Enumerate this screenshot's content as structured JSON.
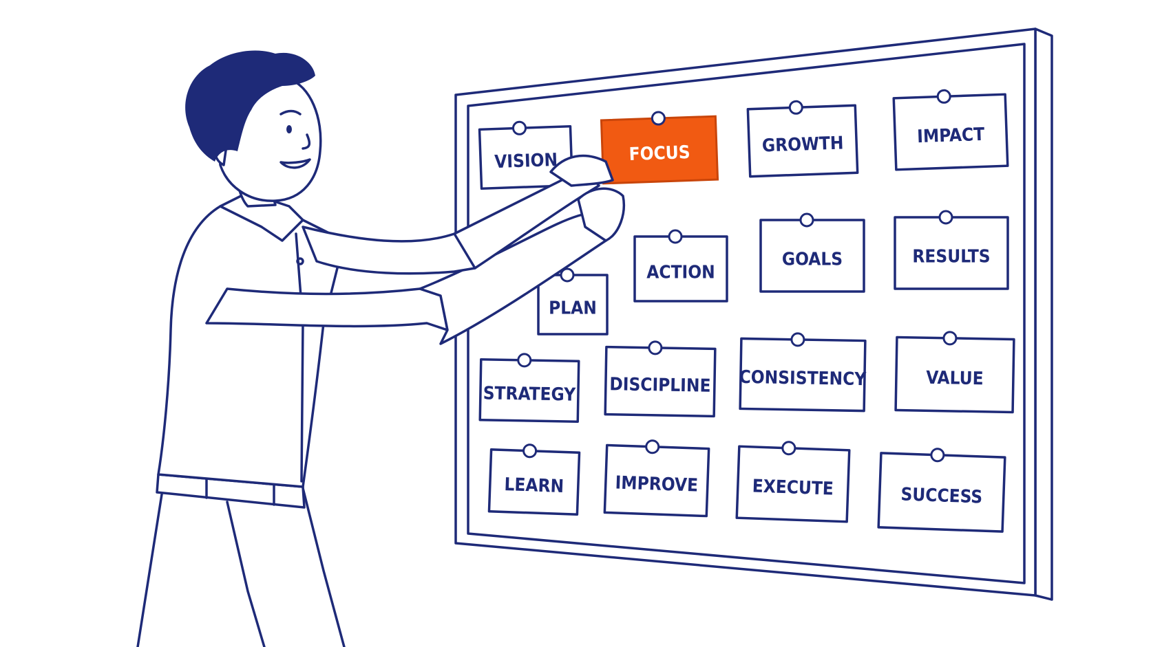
{
  "colors": {
    "ink": "#1e2a78",
    "accent": "#f15a12",
    "background": "#ffffff",
    "card": "#ffffff"
  },
  "board": {
    "cards": [
      {
        "id": "vision",
        "label": "VISION",
        "highlighted": false
      },
      {
        "id": "focus",
        "label": "FOCUS",
        "highlighted": true
      },
      {
        "id": "growth",
        "label": "GROWTH",
        "highlighted": false
      },
      {
        "id": "impact",
        "label": "IMPACT",
        "highlighted": false
      },
      {
        "id": "plan",
        "label": "PLAN",
        "highlighted": false
      },
      {
        "id": "action",
        "label": "ACTION",
        "highlighted": false
      },
      {
        "id": "goals",
        "label": "GOALS",
        "highlighted": false
      },
      {
        "id": "results",
        "label": "RESULTS",
        "highlighted": false
      },
      {
        "id": "strategy",
        "label": "STRATEGY",
        "highlighted": false
      },
      {
        "id": "discipline",
        "label": "DISCIPLINE",
        "highlighted": false
      },
      {
        "id": "consistency",
        "label": "CONSISTENCY",
        "highlighted": false
      },
      {
        "id": "value",
        "label": "VALUE",
        "highlighted": false
      },
      {
        "id": "learn",
        "label": "LEARN",
        "highlighted": false
      },
      {
        "id": "improve",
        "label": "IMPROVE",
        "highlighted": false
      },
      {
        "id": "execute",
        "label": "EXECUTE",
        "highlighted": false
      },
      {
        "id": "success",
        "label": "SUCCESS",
        "highlighted": false
      }
    ]
  }
}
